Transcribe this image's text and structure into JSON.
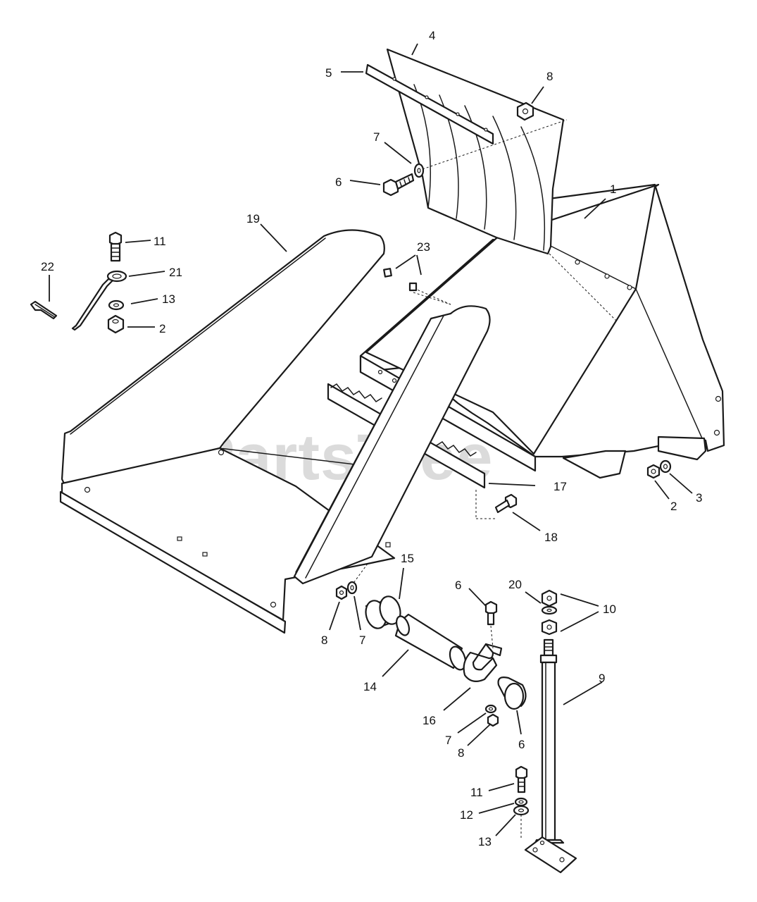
{
  "watermark": {
    "text": "PartsTree",
    "trademark": "TM"
  },
  "colors": {
    "line": "#1a1a1a",
    "background": "#ffffff",
    "watermark": "#cfcfcf"
  },
  "callouts": [
    {
      "label": "1"
    },
    {
      "label": "2"
    },
    {
      "label": "2"
    },
    {
      "label": "3"
    },
    {
      "label": "4"
    },
    {
      "label": "5"
    },
    {
      "label": "6"
    },
    {
      "label": "6"
    },
    {
      "label": "6"
    },
    {
      "label": "7"
    },
    {
      "label": "7"
    },
    {
      "label": "7"
    },
    {
      "label": "8"
    },
    {
      "label": "8"
    },
    {
      "label": "8"
    },
    {
      "label": "9"
    },
    {
      "label": "10"
    },
    {
      "label": "11"
    },
    {
      "label": "11"
    },
    {
      "label": "12"
    },
    {
      "label": "13"
    },
    {
      "label": "13"
    },
    {
      "label": "14"
    },
    {
      "label": "15"
    },
    {
      "label": "16"
    },
    {
      "label": "17"
    },
    {
      "label": "18"
    },
    {
      "label": "19"
    },
    {
      "label": "20"
    },
    {
      "label": "21"
    },
    {
      "label": "22"
    },
    {
      "label": "23"
    }
  ]
}
